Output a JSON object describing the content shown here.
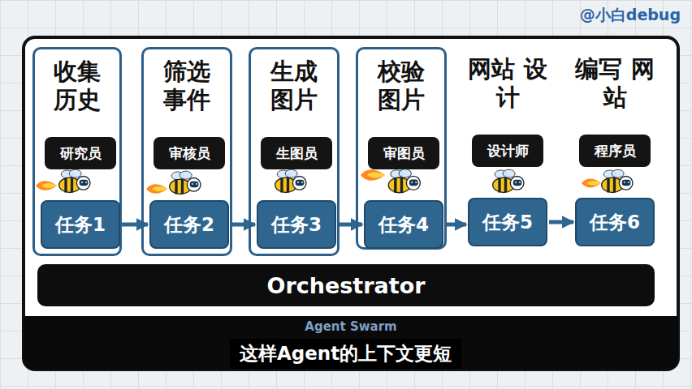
{
  "diagram": {
    "caption": "这样Agent的上下文更短",
    "nodes": [
      {
        "text": [
          "收集 历史"
        ]
      },
      {
        "text": [
          "研究员"
        ],
        "in": 0
      },
      {
        "text": [
          "任务1"
        ],
        "in": 0
      },
      {
        "text": [
          "筛选 事件"
        ]
      },
      {
        "text": [
          "审核员"
        ],
        "in": 3
      },
      {
        "text": [
          "任务2"
        ],
        "in": 3
      },
      {
        "text": [
          "生成 图片"
        ]
      },
      {
        "text": [
          "生图员"
        ],
        "in": 6
      },
      {
        "text": [
          "任务3"
        ],
        "in": 6
      },
      {
        "text": [
          "校验 图片"
        ]
      },
      {
        "text": [
          "审图员"
        ],
        "in": 9
      },
      {
        "text": [
          "任务4"
        ],
        "in": 9
      },
      {
        "text": [
          "设计师"
        ]
      },
      {
        "text": [
          "任务5"
        ]
      },
      {
        "text": [
          "程序员"
        ]
      },
      {
        "text": [
          "任务6"
        ]
      },
      {
        "text": [
          "Orchestrator"
        ]
      },
      {
        "text": [
          "Agent Swarm"
        ]
      }
    ],
    "edges": [
      {
        "from": 2,
        "to": 5,
        "arrow": "to"
      },
      {
        "from": 5,
        "to": 8,
        "arrow": "to"
      },
      {
        "from": 8,
        "to": 11,
        "arrow": "to"
      },
      {
        "from": 11,
        "to": 13,
        "arrow": "to"
      },
      {
        "from": 13,
        "to": 15,
        "arrow": "to"
      }
    ],
    "labels": [
      "@小白debug",
      "网站 设计",
      "编写 网站"
    ]
  }
}
